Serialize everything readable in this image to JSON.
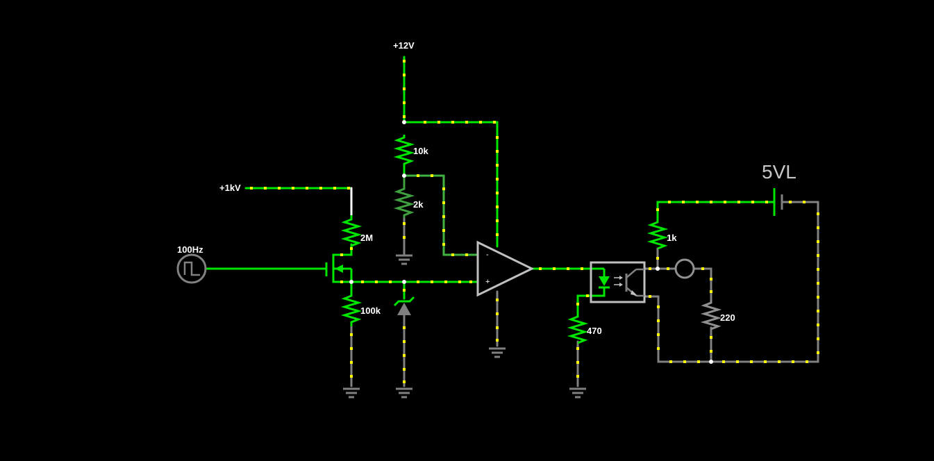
{
  "circuit": {
    "labels": {
      "supply_12v": "+12V",
      "supply_1kv": "+1kV",
      "source_freq": "100Hz",
      "r_10k": "10k",
      "r_2k": "2k",
      "r_2m": "2M",
      "r_100k": "100k",
      "r_470": "470",
      "r_1k": "1k",
      "r_220": "220",
      "battery": "5VL",
      "opamp_minus": "-",
      "opamp_plus": "+"
    },
    "colors": {
      "wire_active": "#00e600",
      "wire_inactive": "#808080",
      "current_dot": "#ffff00",
      "component": "#c0c0c0",
      "node": "#ffffff"
    }
  }
}
